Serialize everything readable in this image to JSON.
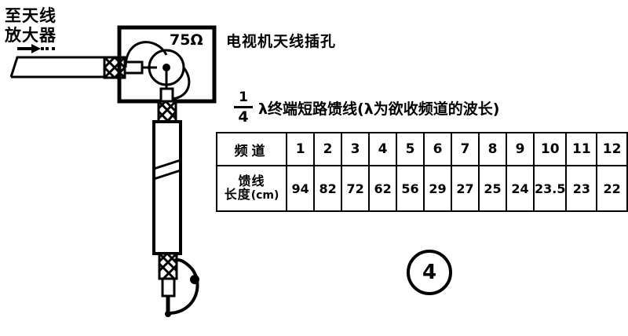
{
  "labels": {
    "to_amplifier": "至天线\n放大器",
    "to_amplifier_line1": "至天线",
    "to_amplifier_line2": "放大器",
    "tv_jack": "电视机天线插孔",
    "impedance": "75Ω",
    "figure_number": "4"
  },
  "formula": {
    "numerator": "1",
    "denominator": "4",
    "text": "λ终端短路馈线(λ为欲收频道的波长)"
  },
  "table": {
    "header_label": "频道",
    "row_label_line1": "馈线",
    "row_label_line2": "长度",
    "row_label_unit": "(cm)",
    "channels": [
      "1",
      "2",
      "3",
      "4",
      "5",
      "6",
      "7",
      "8",
      "9",
      "10",
      "11",
      "12"
    ],
    "lengths": [
      "94",
      "82",
      "72",
      "62",
      "56",
      "29",
      "27",
      "25",
      "24",
      "23.5",
      "23",
      "22"
    ]
  },
  "chart_data": {
    "type": "table",
    "title": "1/4 λ 终端短路馈线长度表",
    "categories": [
      "1",
      "2",
      "3",
      "4",
      "5",
      "6",
      "7",
      "8",
      "9",
      "10",
      "11",
      "12"
    ],
    "values": [
      94,
      82,
      72,
      62,
      56,
      29,
      27,
      25,
      24,
      23.5,
      23,
      22
    ],
    "xlabel": "频道",
    "ylabel": "馈线长度(cm)",
    "series": [
      {
        "name": "馈线长度(cm)",
        "values": [
          94,
          82,
          72,
          62,
          56,
          29,
          27,
          25,
          24,
          23.5,
          23,
          22
        ]
      }
    ],
    "legend": "none",
    "grid": true
  },
  "icons": {
    "signal_direction": "arrow-right-icon",
    "shorted_stub": "shorted-termination-icon",
    "coax_break": "cable-break-icon"
  },
  "colors": {
    "ink": "#000000",
    "background": "#ffffff"
  }
}
